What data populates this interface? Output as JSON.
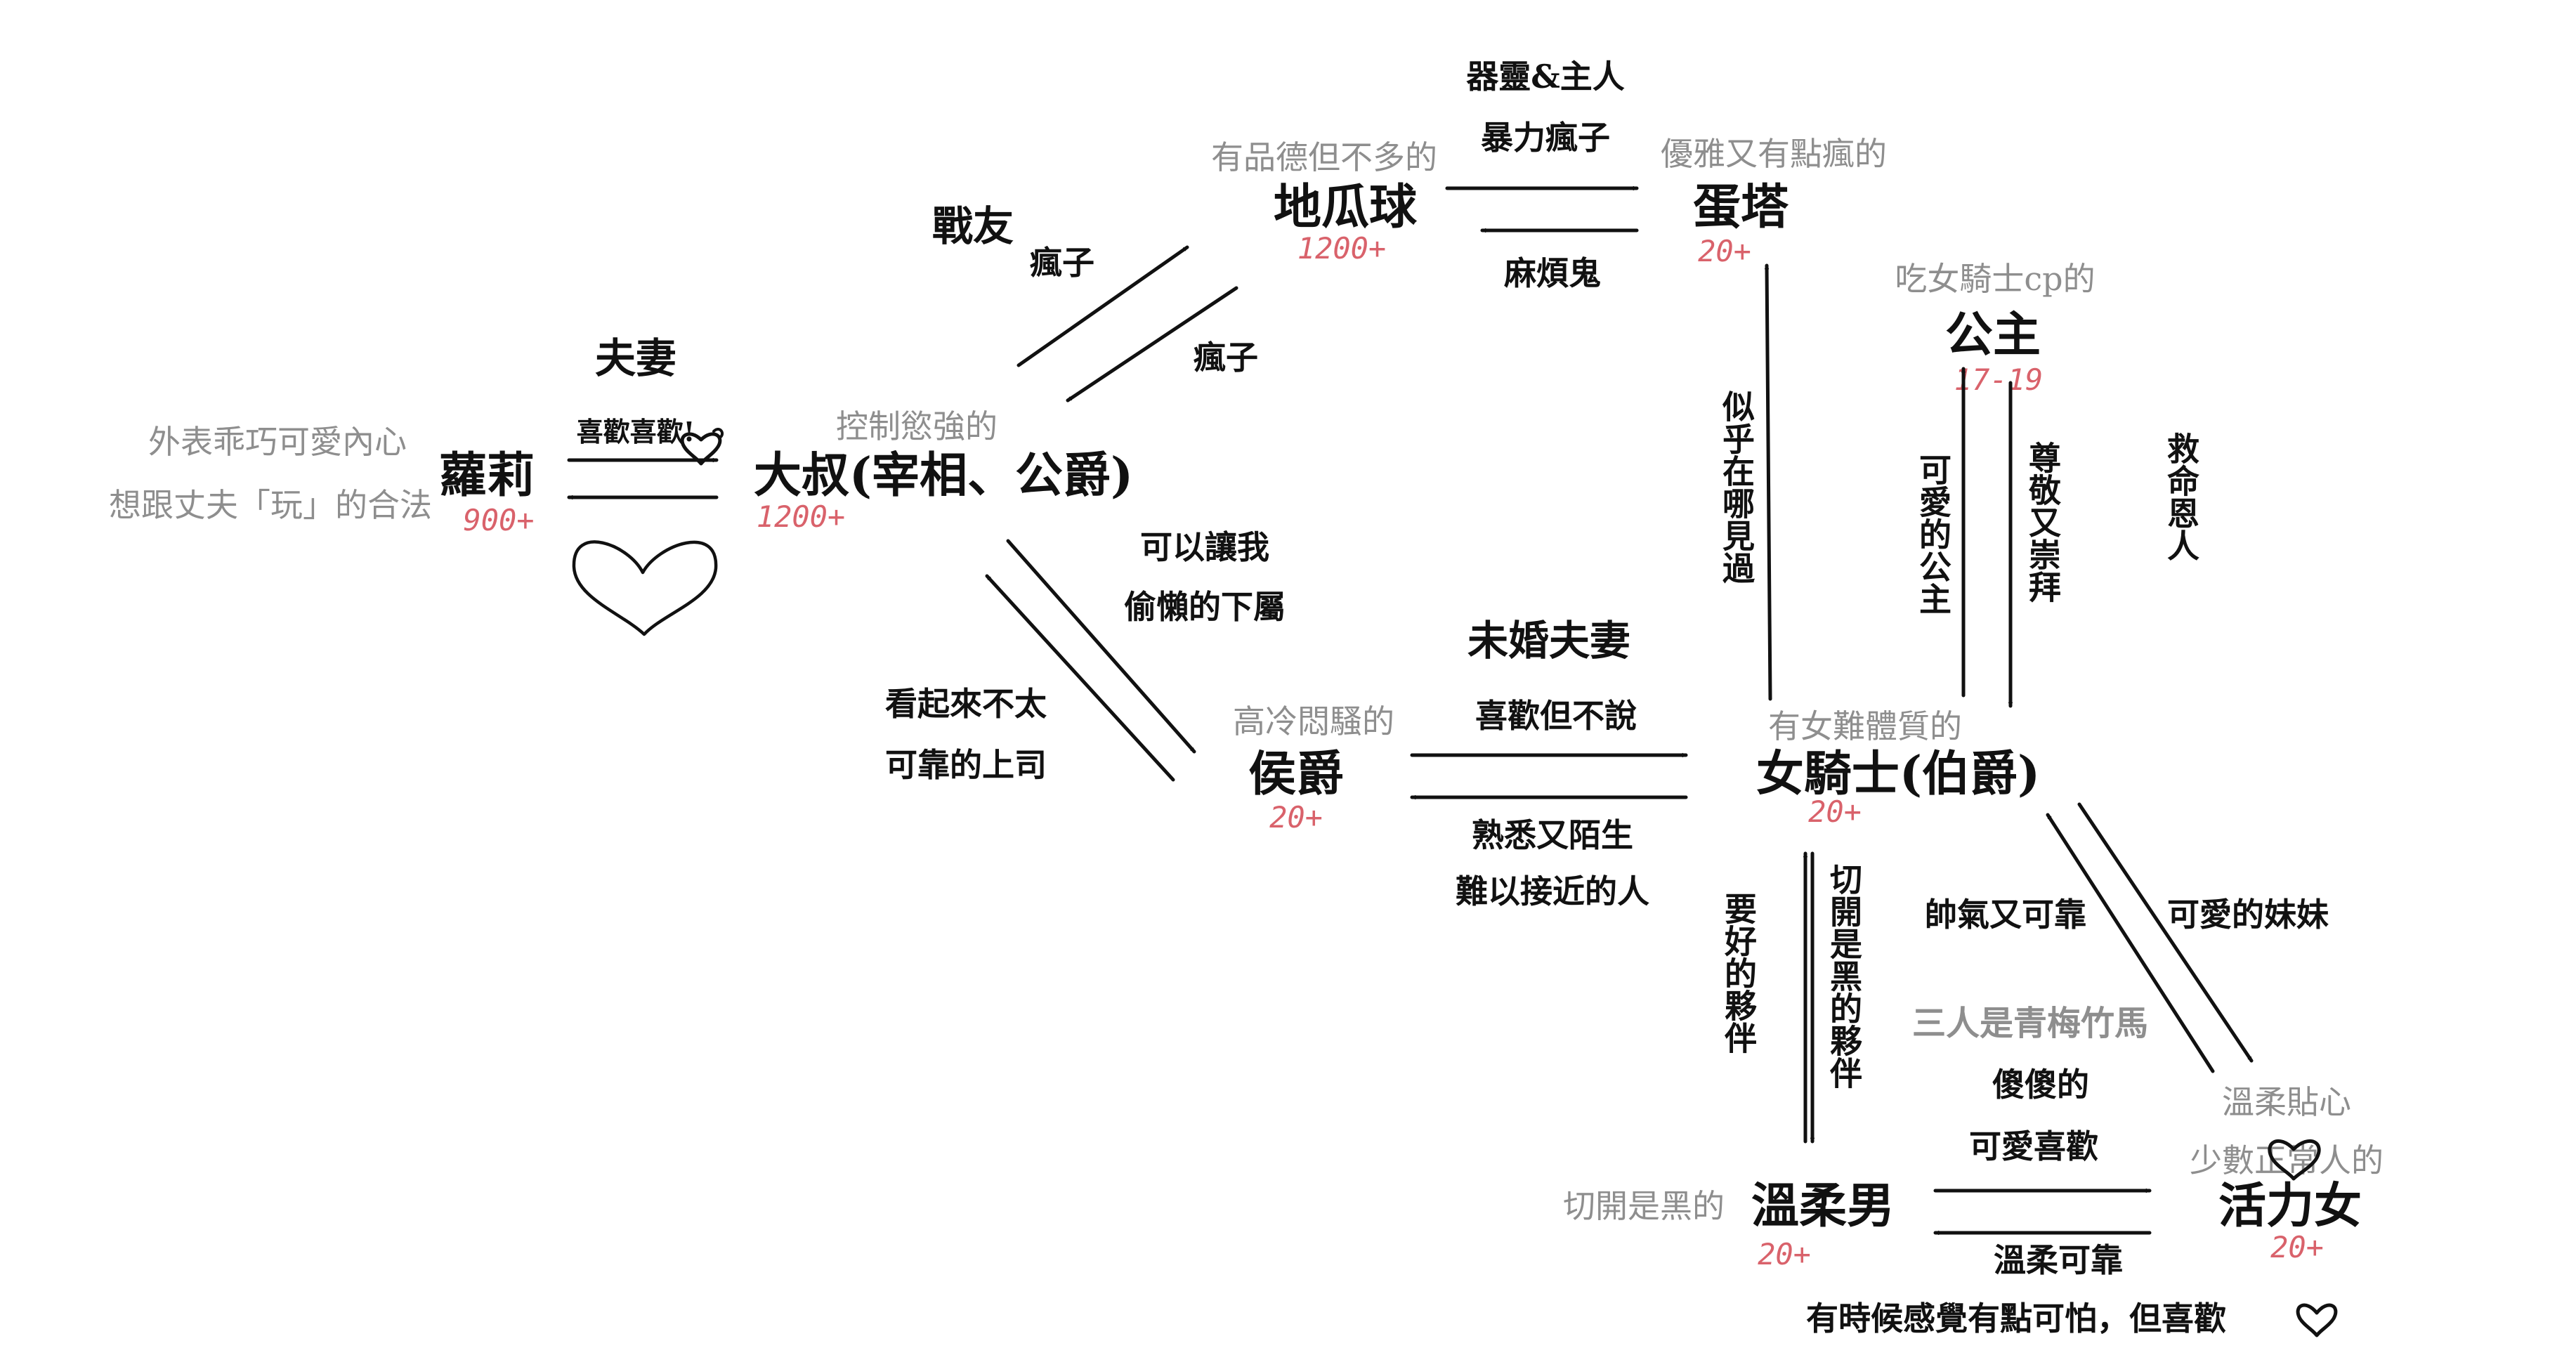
{
  "nodes": {
    "loli": {
      "name": "蘿莉",
      "desc1": "外表乖巧可愛內心",
      "desc2": "想跟丈夫「玩」的合法",
      "age": "900+"
    },
    "uncle": {
      "name": "大叔(宰相、公爵)",
      "desc": "控制慾強的",
      "age": "1200+"
    },
    "potato": {
      "name": "地瓜球",
      "desc": "有品德但不多的",
      "age": "1200+"
    },
    "tart": {
      "name": "蛋塔",
      "desc": "優雅又有點瘋的",
      "age": "20+"
    },
    "princess": {
      "name": "公主",
      "desc": "吃女騎士cp的",
      "age": "17-19"
    },
    "marquis": {
      "name": "侯爵",
      "desc": "高冷悶騷的",
      "age": "20+"
    },
    "knight": {
      "name": "女騎士(伯爵)",
      "desc": "有女難體質的",
      "age": "20+"
    },
    "gentle_man": {
      "name": "溫柔男",
      "desc": "切開是黑的",
      "age": "20+"
    },
    "lively_girl": {
      "name": "活力女",
      "desc1": "溫柔貼心",
      "desc2": "少數正常人的",
      "age": "20+"
    }
  },
  "relations": {
    "couple": "夫妻",
    "loli_to_uncle": "喜歡喜歡!",
    "comrades": "戰友",
    "uncle_to_potato": "瘋子",
    "potato_to_uncle": "瘋子",
    "potato_tart_top1": "器靈&主人",
    "potato_tart_top2": "暴力瘋子",
    "tart_to_potato": "麻煩鬼",
    "uncle_to_marquis1": "可以讓我",
    "uncle_to_marquis2": "偷懶的下屬",
    "marquis_to_uncle1": "看起來不太",
    "marquis_to_uncle2": "可靠的上司",
    "fiance": "未婚夫妻",
    "marquis_to_knight": "喜歡但不說",
    "knight_to_marquis1": "熟悉又陌生",
    "knight_to_marquis2": "難以接近的人",
    "knight_to_tart": "似乎在哪見過",
    "knight_to_princess": "可愛的公主",
    "princess_to_knight": "尊敬又崇拜",
    "savior": "救命恩人",
    "gentle_to_knight": "要好的夥伴",
    "knight_to_gentle": "切開是黑的夥伴",
    "lively_to_knight": "帥氣又可靠",
    "knight_to_lively": "可愛的妹妹",
    "childhood": "三人是青梅竹馬",
    "gentle_to_lively1": "傻傻的",
    "gentle_to_lively2": "可愛喜歡",
    "lively_to_gentle": "溫柔可靠",
    "lively_to_gentle_extra": "有時候感覺有點可怕，但喜歡"
  },
  "colors": {
    "text": "#111111",
    "description": "#8e8e8e",
    "age": "#d9626b"
  }
}
